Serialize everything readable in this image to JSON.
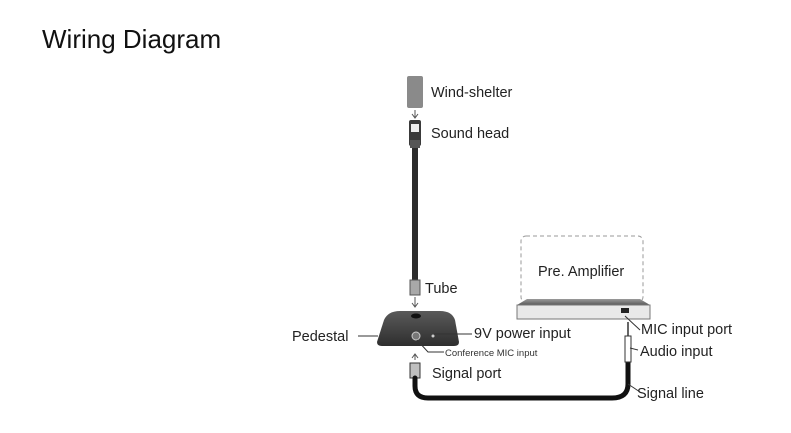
{
  "title": "Wiring Diagram",
  "labels": {
    "wind_shelter": "Wind-shelter",
    "sound_head": "Sound head",
    "tube": "Tube",
    "pedestal": "Pedestal",
    "power_input": "9V power input",
    "conference_mic": "Conference MIC input",
    "signal_port": "Signal port",
    "pre_amplifier": "Pre. Amplifier",
    "mic_input_port": "MIC input port",
    "audio_input": "Audio input",
    "signal_line": "Signal line"
  },
  "colors": {
    "device_dark": "#3c3c3c",
    "cable": "#111111",
    "amplifier_body": "#e6e6e6"
  }
}
